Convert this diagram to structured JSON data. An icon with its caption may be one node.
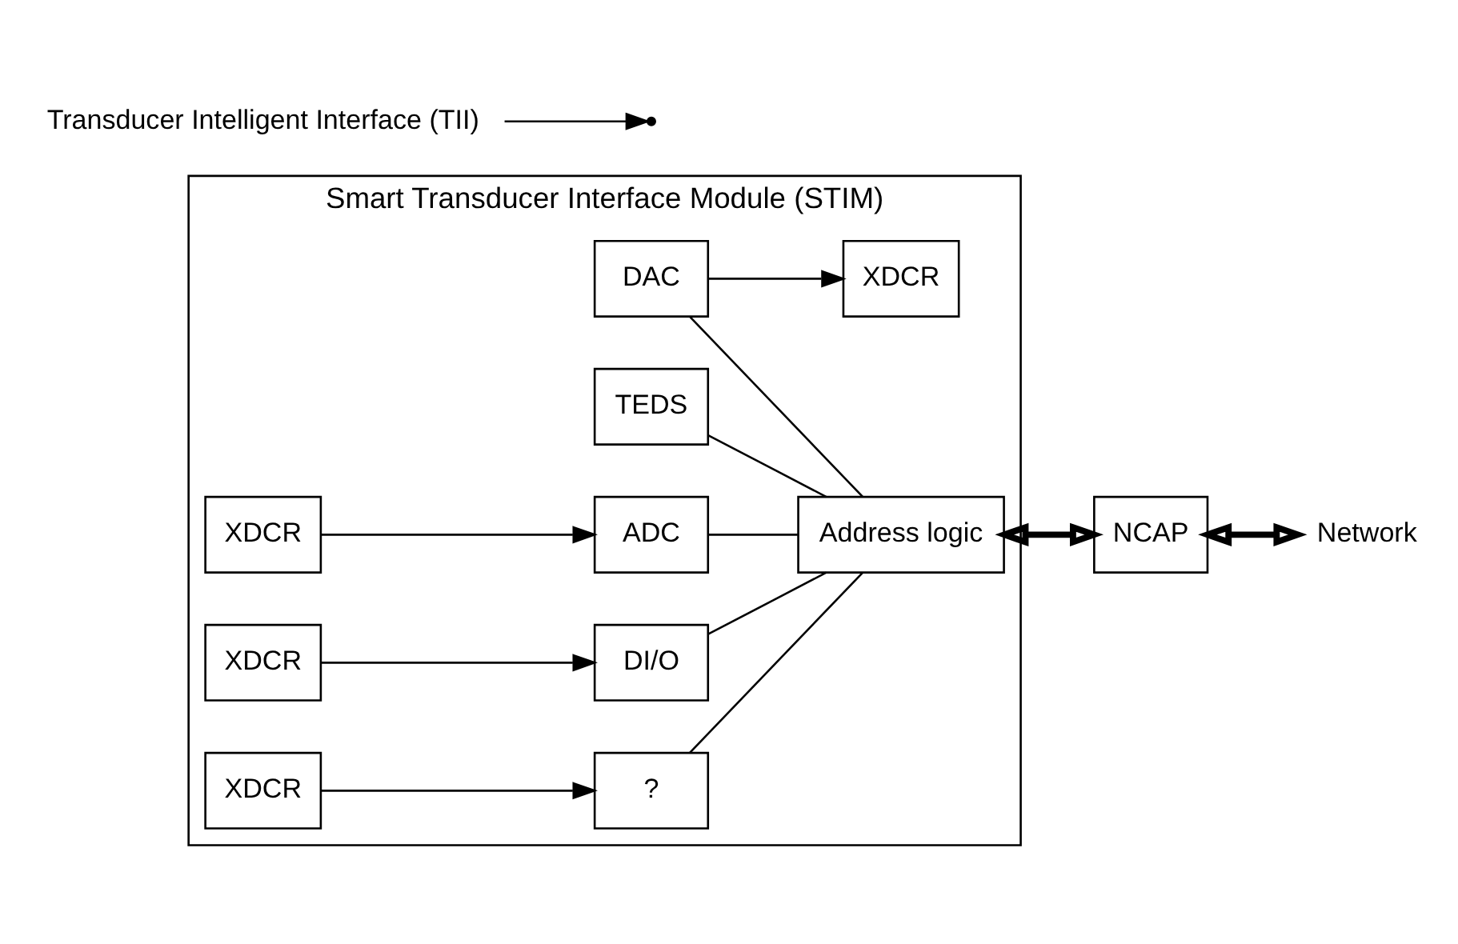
{
  "diagram": {
    "nodes": [
      {
        "text": [
          "Smart Transducer Interface Module (STIM)"
        ]
      },
      {
        "text": [
          "TEDS"
        ],
        "in": 0
      },
      {
        "text": [
          "XDCR"
        ],
        "in": 0
      },
      {
        "text": [
          "ADC"
        ],
        "in": 0
      },
      {
        "text": [
          "XDCR"
        ],
        "in": 0
      },
      {
        "text": [
          "DAC"
        ],
        "in": 0
      },
      {
        "text": [
          "XDCR"
        ],
        "in": 0
      },
      {
        "text": [
          "DI/O"
        ],
        "in": 0
      },
      {
        "text": [
          "XDCR"
        ],
        "in": 0
      },
      {
        "text": [
          "?"
        ],
        "in": 0
      },
      {
        "text": [
          "Address logic"
        ],
        "in": 0
      },
      {
        "text": [
          "NCAP"
        ]
      },
      {
        "text": [
          "Network"
        ]
      },
      {
        "text": [
          "Transducer Intelligent Interface (TII)"
        ]
      }
    ],
    "edges": [
      {
        "from": 2,
        "to": 3,
        "arrow": "to"
      },
      {
        "from": 5,
        "to": 4,
        "arrow": "to"
      },
      {
        "from": 6,
        "to": 7,
        "arrow": "to"
      },
      {
        "from": 8,
        "to": 9,
        "arrow": "to"
      },
      {
        "from": 1,
        "to": 10,
        "arrow": "none"
      },
      {
        "from": 3,
        "to": 10,
        "arrow": "none"
      },
      {
        "from": 5,
        "to": 10,
        "arrow": "none"
      },
      {
        "from": 7,
        "to": 10,
        "arrow": "none"
      },
      {
        "from": 9,
        "to": 10,
        "arrow": "none"
      },
      {
        "from": 10,
        "to": 11,
        "arrow": "both",
        "style": "thick"
      },
      {
        "from": 11,
        "to": 12,
        "arrow": "both",
        "style": "thick"
      },
      {
        "from": 13,
        "to": null,
        "arrow": "to"
      }
    ]
  }
}
